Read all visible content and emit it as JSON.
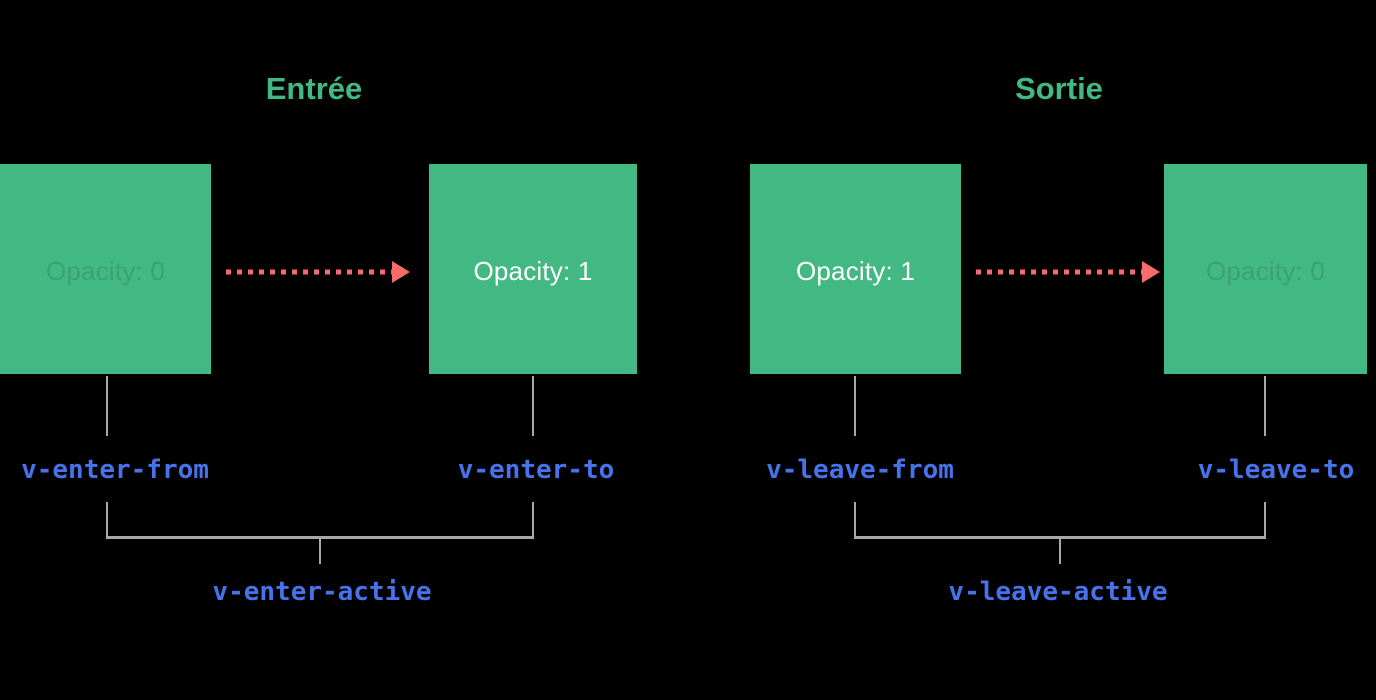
{
  "colors": {
    "background": "#000000",
    "green": "#42b883",
    "blue": "#4673eb",
    "arrow_red": "#f56c6c",
    "line_gray": "#a8a8a8",
    "faint_text": "rgba(0,0,0,0.12)"
  },
  "enter": {
    "title": "Entrée",
    "from_box": {
      "label": "Opacity: 0"
    },
    "to_box": {
      "label": "Opacity: 1"
    },
    "from_class": "v-enter-from",
    "to_class": "v-enter-to",
    "active_class": "v-enter-active"
  },
  "leave": {
    "title": "Sortie",
    "from_box": {
      "label": "Opacity: 1"
    },
    "to_box": {
      "label": "Opacity: 0"
    },
    "from_class": "v-leave-from",
    "to_class": "v-leave-to",
    "active_class": "v-leave-active"
  }
}
